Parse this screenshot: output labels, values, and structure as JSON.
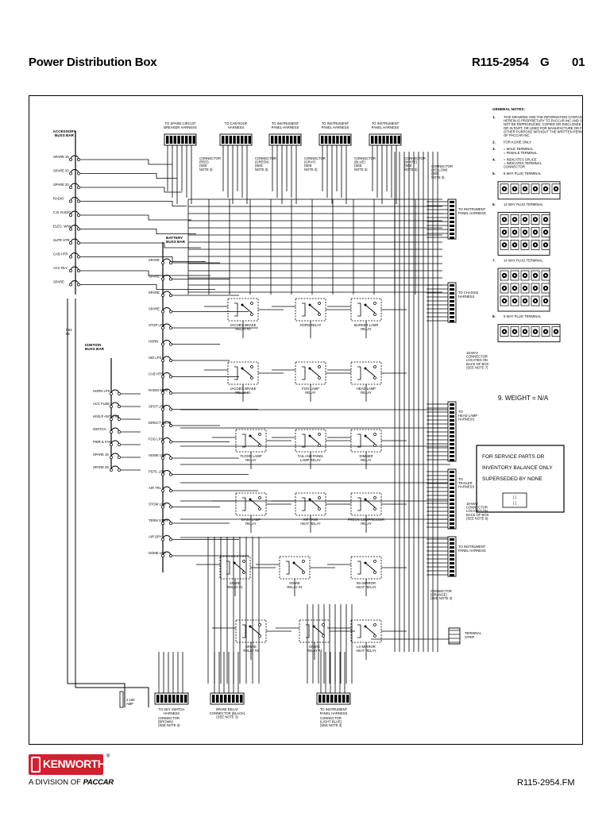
{
  "header": {
    "title": "Power Distribution Box",
    "doc_number": "R115-2954",
    "revision": "G",
    "sheet": "01"
  },
  "footer": {
    "division_prefix": "A DIVISION OF",
    "division_brand": "PACCAR",
    "file_ref": "R115-2954.FM",
    "logo_text": "KENWORTH",
    "logo_reg": "®"
  },
  "diagram": {
    "top_connectors": [
      {
        "lines": [
          "TO SPARE CIRCUIT",
          "BREAKER HARNESS"
        ]
      },
      {
        "lines": [
          "TO CAB ROOF",
          "HARNESS"
        ]
      },
      {
        "lines": [
          "TO INSTRUMENT",
          "PANEL HARNESS"
        ]
      },
      {
        "lines": [
          "TO INSTRUMENT",
          "PANEL HARNESS"
        ]
      },
      {
        "lines": [
          "TO INSTRUMENT",
          "PANEL HARNESS"
        ]
      }
    ],
    "top_connector_notes": [
      [
        "CONNECTOR",
        "(RED)",
        "(SEE",
        "NOTE 3)"
      ],
      [
        "CONNECTOR",
        "(GREEN)",
        "(SEE",
        "NOTE 3)"
      ],
      [
        "CONNECTOR",
        "(GRAY)",
        "(SEE",
        "NOTE 3)"
      ],
      [
        "CONNECTOR",
        "(BLUE)",
        "(SEE",
        "NOTE 3)"
      ],
      [
        "CONNECTOR",
        "(WHITE)",
        "(SEE",
        "NOTE 3)"
      ]
    ],
    "yellow_connector": [
      "CONNECTOR",
      "(YELLOW)",
      "(SEE",
      "NOTE 3)"
    ],
    "left_bus_title": [
      "ACCESSORY",
      "BUSS BAR"
    ],
    "left_breakers": [
      "SPARE 15",
      "SPARE 20",
      "SPARE 20",
      "RADIO",
      "C.B. RADIO",
      "ELEC. W/W",
      "SLPR HTR",
      "CAB HTR",
      "ACC RLY",
      "SPARE"
    ],
    "battery_bus_title": [
      "BATTERY",
      "BUSS BAR"
    ],
    "mid_breakers": [
      "SPARE",
      "SPARE",
      "SPARE",
      "SPARE",
      "STOP LPS",
      "HORN",
      "HID LPS",
      "CAB HTR",
      "RADIO MEM",
      "SPOT LPS",
      "DIRECT C/LTR",
      "FOG LPS",
      "HDWE LPS",
      "PS/TL LPS",
      "AIR TRL",
      "STOW LPS",
      "TERM STRIP",
      "AIR DRY",
      "DOME LPS"
    ],
    "ignition_bus_title": [
      "IGNITION",
      "BUSS BAR"
    ],
    "ign_breakers": [
      "HORN LPS",
      "ACC FUSE",
      "H/S/LP ANTI-FRZ",
      "SWITCH",
      "PWR & FAN",
      "SPARE 15",
      "SPARE 25"
    ],
    "pb1_label": [
      "PB1",
      "85"
    ],
    "relays": [
      {
        "lines": [
          "JACOB'S BRAKE",
          "RELAY #2"
        ]
      },
      {
        "lines": [
          "HORN RELAY"
        ]
      },
      {
        "lines": [
          "MARKER LAMP",
          "RELAY"
        ]
      },
      {
        "lines": [
          "JACOB'S BRAKE",
          "RELAY #1"
        ]
      },
      {
        "lines": [
          "FOG LAMP",
          "RELAY"
        ]
      },
      {
        "lines": [
          "HEAD LAMP",
          "RELAY"
        ]
      },
      {
        "lines": [
          "FLOOD LAMP",
          "RELAY"
        ]
      },
      {
        "lines": [
          "TAIL AND PANEL",
          "LAMP RELAY"
        ]
      },
      {
        "lines": [
          "DIMMER",
          "RELAY"
        ]
      },
      {
        "lines": [
          "DASH LAMP",
          "RELAY"
        ]
      },
      {
        "lines": [
          "AIR TANK",
          "HEAT RELAY"
        ]
      },
      {
        "lines": [
          "FREON COMPRESSOR",
          "RELAY"
        ]
      },
      {
        "lines": [
          "SPARE",
          "RELAY #1"
        ]
      },
      {
        "lines": [
          "SPARE",
          "RELAY #2"
        ]
      },
      {
        "lines": [
          "RH MIRROR",
          "HEAT RELAY"
        ]
      },
      {
        "lines": [
          "SPARE",
          "RELAY #3"
        ]
      },
      {
        "lines": [
          "SPARE",
          "RELAY #4"
        ]
      },
      {
        "lines": [
          "LH MIRROR",
          "HEAT RELAY"
        ]
      }
    ],
    "right_connectors": [
      {
        "lines": [
          "TO INSTRUMENT",
          "PANEL HARNESS"
        ]
      },
      {
        "lines": [
          "TO CHASSIS",
          "HARNESS"
        ]
      },
      {
        "lines": [
          "TO",
          "HEAD LAMP",
          "HARNESS"
        ]
      },
      {
        "lines": [
          "TO",
          "TRAILER",
          "HARNESS"
        ]
      },
      {
        "lines": [
          "TO INSTRUMENT",
          "PANEL HARNESS"
        ]
      }
    ],
    "right_conn_notes": [
      [
        "18-WAY",
        "CONNECTOR",
        "LOCATED ON",
        "BACK OF BOX",
        "(SEE NOTE 7)"
      ],
      [
        "18-WAY",
        "CONNECTOR",
        "LOCATED ON",
        "BACK OF BOX",
        "(SEE NOTE 6)"
      ],
      [
        "CONNECTOR",
        "(ORANGE)",
        "(SEE NOTE 3)"
      ]
    ],
    "terminal_strip": [
      "TERMINAL",
      "STRIP"
    ],
    "bottom_connectors": [
      {
        "lines": [
          "TO KEY SWITCH",
          "HARNESS"
        ],
        "note": [
          "CONNECTOR",
          "(BROWN)",
          "(SEE NOTE 3)"
        ]
      },
      {
        "lines": [
          "SPARE RELAY",
          "CONNECTOR (BLACK)",
          "(SEE NOTE 3)"
        ],
        "note": []
      },
      {
        "lines": [
          "TO INSTRUMENT",
          "PANEL HARNESS"
        ],
        "note": [
          "CONNECTOR",
          "(LIGHT BLUE)",
          "(SEE NOTE 3)"
        ]
      }
    ],
    "ground_label": [
      "4 180",
      "AMP"
    ],
    "general_notes_title": "GENERAL NOTES:",
    "general_notes": [
      {
        "num": "1.",
        "text": [
          "THIS DRAWING AND THE INFORMATION CONTAINED",
          "HEREIN IS PROPRIETARY TO PACCAR INC AND SHALL",
          "NOT BE REPRODUCED, COPIED OR DISCLOSED IN WHOLE",
          "OR IN PART, OR USED FOR MANUFACTURE OR FOR ANY",
          "OTHER PURPOSE WITHOUT THE WRITTEN PERMISSION",
          "OF PACCAR INC."
        ]
      },
      {
        "num": "2.",
        "text": [
          "FOR K100E ONLY."
        ]
      },
      {
        "num": "3.",
        "text": [
          "= MALE TERMINAL",
          "= FEMALE TERMINAL"
        ]
      },
      {
        "num": "4.",
        "text": [
          "= INDICATES SPLICE",
          "= INDICATES TERMINAL",
          "CONNECTOR"
        ]
      },
      {
        "num": "5.",
        "text": [
          "6 WAY PLUG TERMINAL"
        ]
      },
      {
        "num": "6.",
        "text": [
          "14 WAY PLUG TERMINAL"
        ]
      },
      {
        "num": "7.",
        "text": [
          "14 WAY PLUG TERMINAL"
        ]
      },
      {
        "num": "8.",
        "text": [
          "6 WAY PLUG TERMINAL"
        ]
      }
    ],
    "note9": "9. WEIGHT = N/A",
    "stamp": [
      "FOR SERVICE PARTS OR",
      "INVENTORY BALANCE ONLY",
      "SUPERSEDED BY NONE"
    ],
    "stamp_small": [
      "[ ]",
      "[ ]"
    ]
  },
  "colors": {
    "line": "#000000",
    "brand_red": "#d2202e"
  }
}
